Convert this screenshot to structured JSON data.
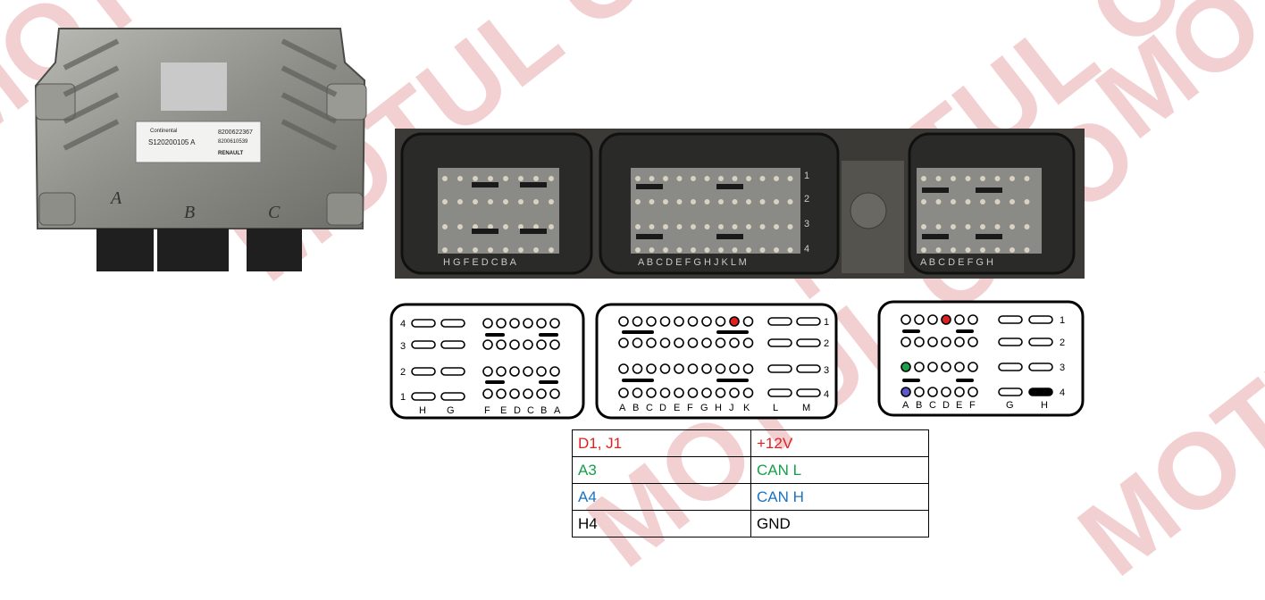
{
  "watermark": {
    "text": "MOTUL OOO",
    "color": "#e8a9ad"
  },
  "ecu_photo": {
    "brand_label": "Continental",
    "part_number": "8200622367",
    "sw_number": "8200610539",
    "serial": "S120200105 A",
    "maker": "RENAULT",
    "connector_marks": [
      "A",
      "B",
      "C"
    ]
  },
  "connector_photo": {
    "row_numbers": [
      "1",
      "2",
      "3",
      "4"
    ],
    "letters_a": "H G F E D C B A",
    "letters_b": "A B C D E F G H J K L M",
    "letters_c": "A B C D E F G H"
  },
  "connectors": [
    {
      "name": "connector-a",
      "rows": [
        "4",
        "3",
        "2",
        "1"
      ],
      "letters": [
        "H",
        "G",
        "F",
        "E",
        "D",
        "C",
        "B",
        "A"
      ]
    },
    {
      "name": "connector-b",
      "rows": [
        "1",
        "2",
        "3",
        "4"
      ],
      "letters": [
        "A",
        "B",
        "C",
        "D",
        "E",
        "F",
        "G",
        "H",
        "J",
        "K",
        "L",
        "M"
      ]
    },
    {
      "name": "connector-c",
      "rows": [
        "1",
        "2",
        "3",
        "4"
      ],
      "letters": [
        "A",
        "B",
        "C",
        "D",
        "E",
        "F",
        "G",
        "H"
      ]
    }
  ],
  "pin_colors": {
    "power": "#e02020",
    "can_l": "#1aa24a",
    "can_h": "#5b58c9",
    "gnd": "#000000"
  },
  "legend": {
    "rows": [
      {
        "pins": "D1, J1",
        "signal": "+12V",
        "color": "#e02020"
      },
      {
        "pins": "A3",
        "signal": "CAN L",
        "color": "#14a04a"
      },
      {
        "pins": "A4",
        "signal": "CAN H",
        "color": "#1a72c0"
      },
      {
        "pins": "H4",
        "signal": "GND",
        "color": "#000000"
      }
    ]
  }
}
